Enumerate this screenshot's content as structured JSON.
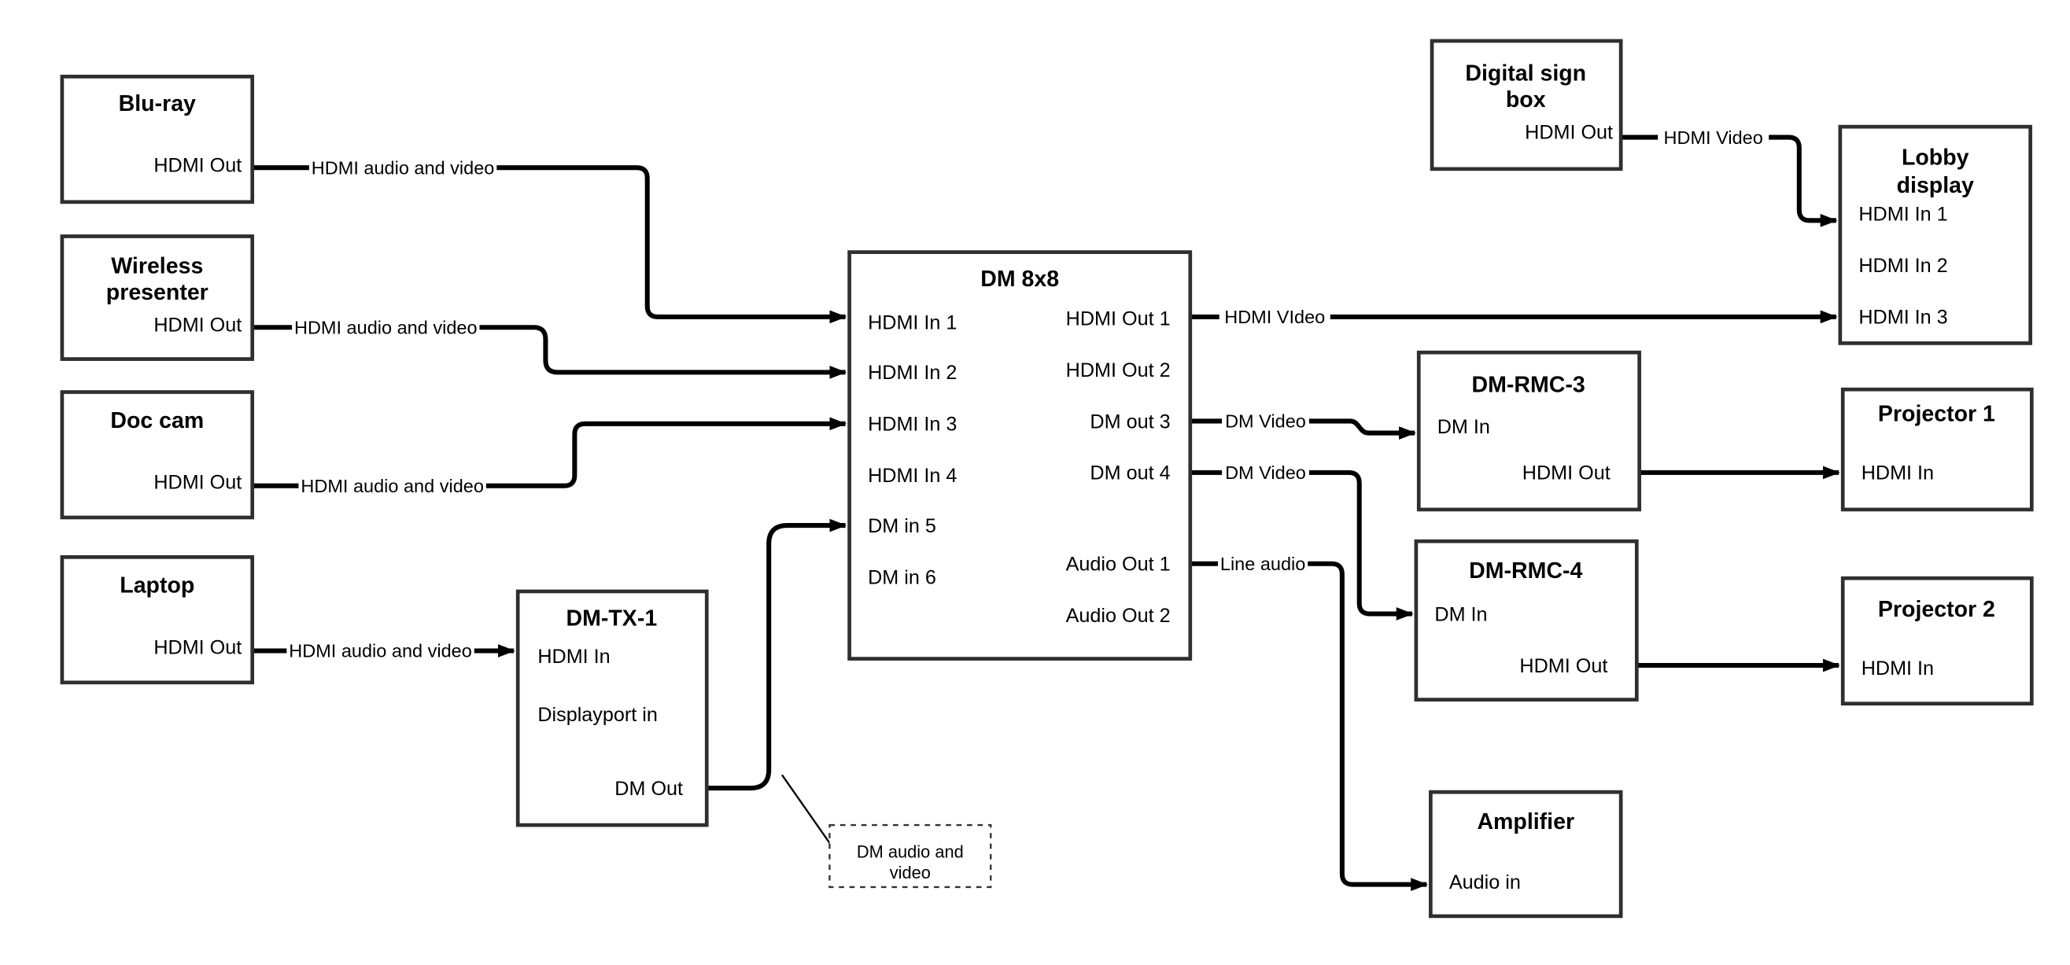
{
  "diagram_type": "av-signal-flow-diagram",
  "colors": {
    "background": "#ffffff",
    "box_border": "#2f2f2f",
    "wire": "#000000",
    "text": "#000000"
  },
  "nodes": {
    "bluray": {
      "title": "Blu-ray",
      "port_out": "HDMI Out"
    },
    "wireless_presenter": {
      "title_line1": "Wireless",
      "title_line2": "presenter",
      "port_out": "HDMI Out"
    },
    "doc_cam": {
      "title": "Doc cam",
      "port_out": "HDMI Out"
    },
    "laptop": {
      "title": "Laptop",
      "port_out": "HDMI Out"
    },
    "dm_tx_1": {
      "title": "DM-TX-1",
      "port_hdmi_in": "HDMI In",
      "port_displayport_in": "Displayport in",
      "port_dm_out": "DM Out"
    },
    "dm_8x8": {
      "title": "DM 8x8",
      "port_hdmi_in_1": "HDMI In 1",
      "port_hdmi_in_2": "HDMI In 2",
      "port_hdmi_in_3": "HDMI In 3",
      "port_hdmi_in_4": "HDMI In 4",
      "port_dm_in_5": "DM in 5",
      "port_dm_in_6": "DM in 6",
      "port_hdmi_out_1": "HDMI Out 1",
      "port_hdmi_out_2": "HDMI Out 2",
      "port_dm_out_3": "DM out 3",
      "port_dm_out_4": "DM out 4",
      "port_audio_out_1": "Audio Out 1",
      "port_audio_out_2": "Audio Out 2"
    },
    "digital_sign_box": {
      "title_line1": "Digital sign",
      "title_line2": "box",
      "port_out": "HDMI Out"
    },
    "lobby_display": {
      "title_line1": "Lobby",
      "title_line2": "display",
      "port_hdmi_in_1": "HDMI In 1",
      "port_hdmi_in_2": "HDMI In 2",
      "port_hdmi_in_3": "HDMI In 3"
    },
    "dm_rmc_3": {
      "title": "DM-RMC-3",
      "port_dm_in": "DM In",
      "port_hdmi_out": "HDMI Out"
    },
    "projector_1": {
      "title": "Projector 1",
      "port_hdmi_in": "HDMI In"
    },
    "dm_rmc_4": {
      "title": "DM-RMC-4",
      "port_dm_in": "DM In",
      "port_hdmi_out": "HDMI Out"
    },
    "projector_2": {
      "title": "Projector 2",
      "port_hdmi_in": "HDMI In"
    },
    "amplifier": {
      "title": "Amplifier",
      "port_audio_in": "Audio in"
    }
  },
  "wire_labels": {
    "bluray_to_dm8x8": "HDMI audio and video",
    "wireless_to_dm8x8": "HDMI audio and video",
    "doccam_to_dm8x8": "HDMI audio and video",
    "laptop_to_dmtx1": "HDMI audio and video",
    "dm8x8_hdmi_out1": "HDMI VIdeo",
    "dm8x8_dm_out3": "DM Video",
    "dm8x8_dm_out4": "DM Video",
    "dm8x8_audio_out1": "Line audio",
    "digital_sign_to_lobby": "HDMI Video"
  },
  "callout": {
    "line1": "DM audio and",
    "line2": "video"
  }
}
